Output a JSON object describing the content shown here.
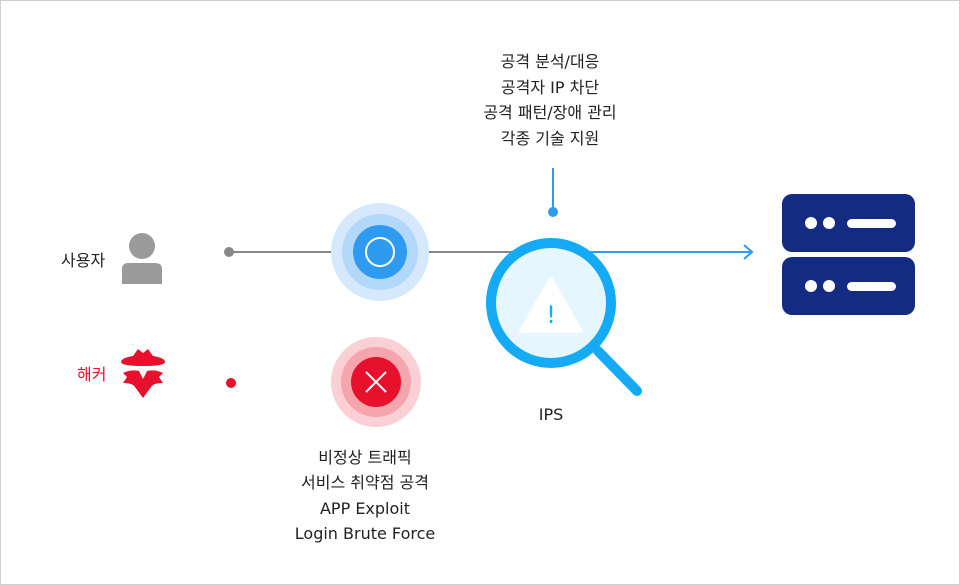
{
  "labels": {
    "user": "사용자",
    "hacker": "해커",
    "ips": "IPS"
  },
  "ips_functions": [
    "공격 분석/대응",
    "공격자 IP 차단",
    "공격 패턴/장애 관리",
    "각종 기술 지원"
  ],
  "blocked_traffic": [
    "비정상 트래픽",
    "서비스 취약점 공격",
    "APP Exploit",
    "Login Brute Force"
  ],
  "colors": {
    "allow": "#2f9bf0",
    "block": "#e8112d",
    "ips": "#14aaf5",
    "server": "#142b84",
    "user_icon": "#9a9a9a"
  }
}
